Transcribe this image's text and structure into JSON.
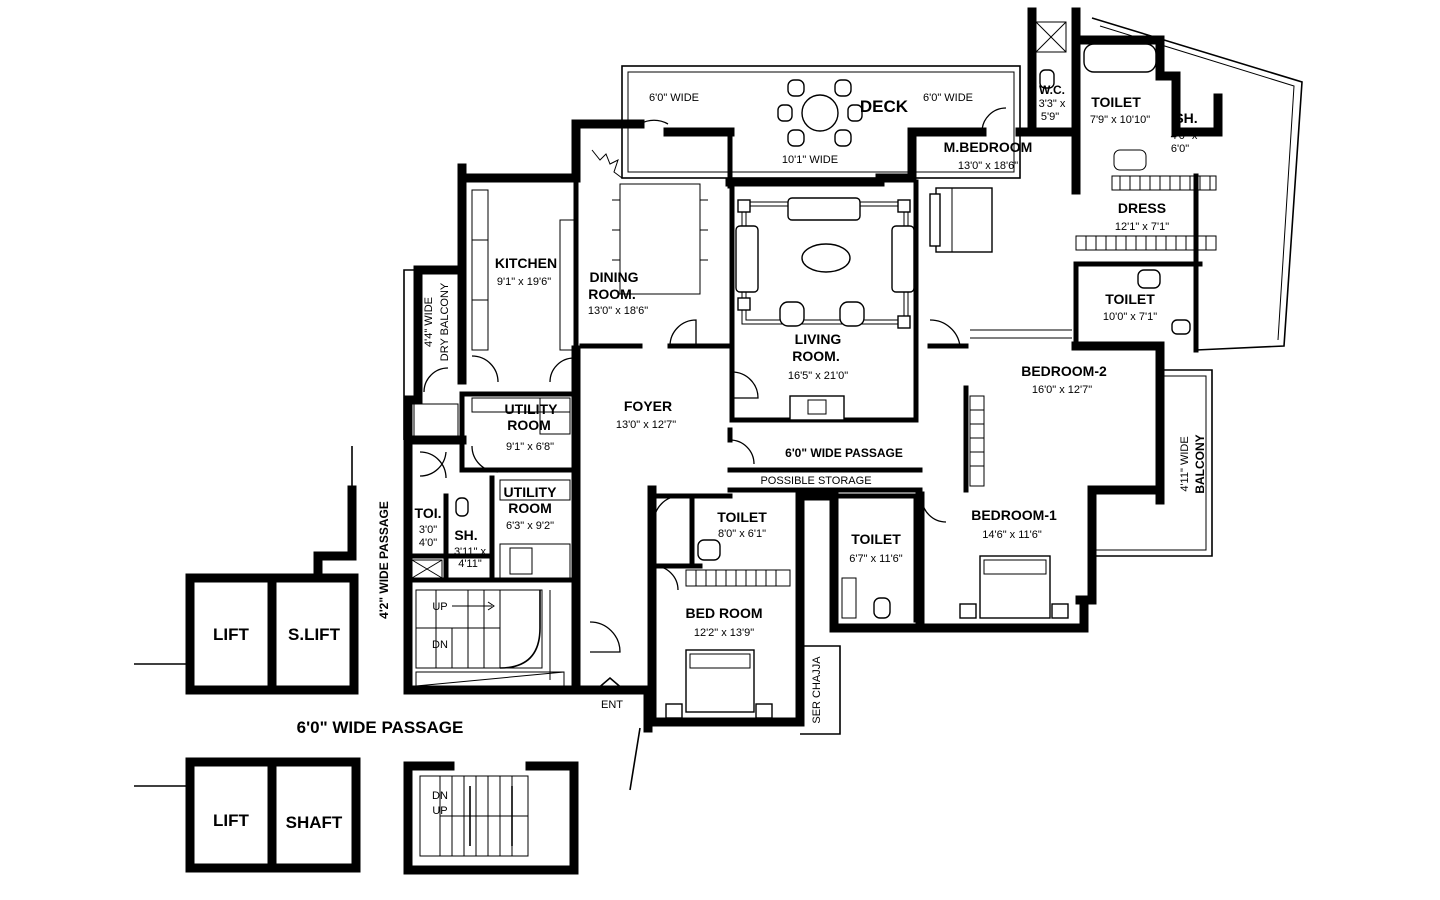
{
  "rooms": {
    "deck": "DECK",
    "deck_left_width": "6'0\" WIDE",
    "deck_right_width": "6'0\" WIDE",
    "deck_front_width": "10'1\" WIDE",
    "kitchen": "KITCHEN",
    "kitchen_dim": "9'1\" x 19'6\"",
    "dining": [
      "DINING",
      "ROOM."
    ],
    "dining_dim": "13'0\" x 18'6\"",
    "living": [
      "LIVING",
      "ROOM."
    ],
    "living_dim": "16'5\" x 21'0\"",
    "foyer": "FOYER",
    "foyer_dim": "13'0\" x 12'7\"",
    "utility1": [
      "UTILITY",
      "ROOM"
    ],
    "utility1_dim": "9'1\" x 6'8\"",
    "utility2": [
      "UTILITY",
      "ROOM"
    ],
    "utility2_dim": "6'3\" x 9'2\"",
    "toi": "TOI.",
    "toi_dim": [
      "3'0\"",
      "4'0\""
    ],
    "sh_small": "SH.",
    "sh_small_dim": [
      "3'11\" x",
      "4'11\""
    ],
    "dry_balcony": [
      "4'4\" WIDE",
      "DRY BALCONY"
    ],
    "wide_passage_42": "4'2\" WIDE PASSAGE",
    "mbedroom": "M.BEDROOM",
    "mbedroom_dim": "13'0\" x 18'6\"",
    "wc": "W.C.",
    "wc_dim": [
      "3'3\" x",
      "5'9\""
    ],
    "toilet_master": "TOILET",
    "toilet_master_dim": "7'9\" x 10'10\"",
    "sh_master": "SH.",
    "sh_master_dim": [
      "4'0\" x",
      "6'0\""
    ],
    "dress": "DRESS",
    "dress_dim": "12'1\" x 7'1\"",
    "toilet_b2": "TOILET",
    "toilet_b2_dim": "10'0\" x 7'1\"",
    "bedroom2": "BEDROOM-2",
    "bedroom2_dim": "16'0\" x 12'7\"",
    "balcony": [
      "4'11\" WIDE",
      "BALCONY"
    ],
    "passage_6": "6'0\" WIDE PASSAGE",
    "possible_storage": "POSSIBLE STORAGE",
    "toilet_br": "TOILET",
    "toilet_br_dim": "8'0\" x 6'1\"",
    "bedroom": "BED ROOM",
    "bedroom_dim": "12'2\" x 13'9\"",
    "toilet_b1": "TOILET",
    "toilet_b1_dim": "6'7\" x 11'6\"",
    "bedroom1": "BEDROOM-1",
    "bedroom1_dim": "14'6\" x 11'6\"",
    "ser_chajja": "SER CHAJJA",
    "lift1": "LIFT",
    "slift": "S.LIFT",
    "lift2": "LIFT",
    "shaft": "SHAFT",
    "passage_main": "6'0\" WIDE PASSAGE",
    "ent": "ENT",
    "up": "UP",
    "dn": "DN"
  }
}
